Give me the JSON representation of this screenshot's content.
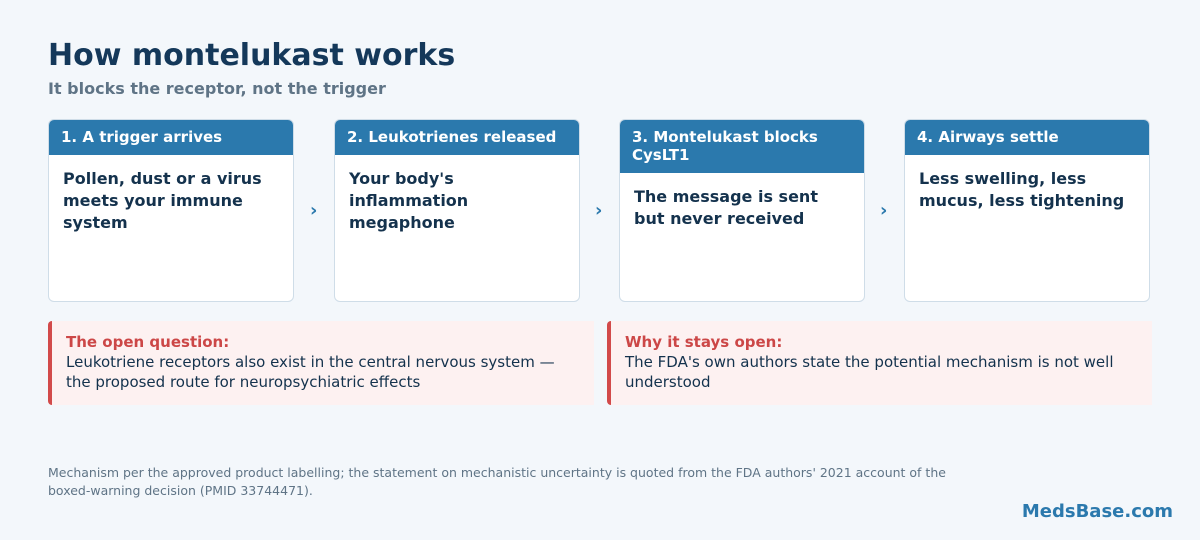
{
  "title": "How montelukast works",
  "subtitle": "It blocks the receptor, not the trigger",
  "steps": [
    {
      "label": "1. A trigger arrives",
      "text": "Pollen, dust or a virus meets your immune system"
    },
    {
      "label": "2. Leukotrienes released",
      "text": "Your body's inflammation megaphone"
    },
    {
      "label": "3. Montelukast blocks CysLT1",
      "text": "The message is sent but never received"
    },
    {
      "label": "4. Airways settle",
      "text": "Less swelling, less mucus, less tightening"
    }
  ],
  "arrow_glyph": "›",
  "notes": [
    {
      "title": "The open question:",
      "text": "Leukotriene receptors also exist in the central nervous system — the proposed route for neuropsychiatric effects"
    },
    {
      "title": "Why it stays open:",
      "text": "The FDA's own authors state the potential mechanism is not well understood"
    }
  ],
  "footnote": "Mechanism per the approved product labelling; the statement on mechanistic uncertainty is quoted from the FDA authors' 2021 account of the boxed-warning decision (PMID 33744471).",
  "brand": "MedsBase.com",
  "colors": {
    "accent": "#2b79ad",
    "heading": "#14385a",
    "warning": "#d24a4a",
    "warning_bg": "#fdf1f1"
  }
}
